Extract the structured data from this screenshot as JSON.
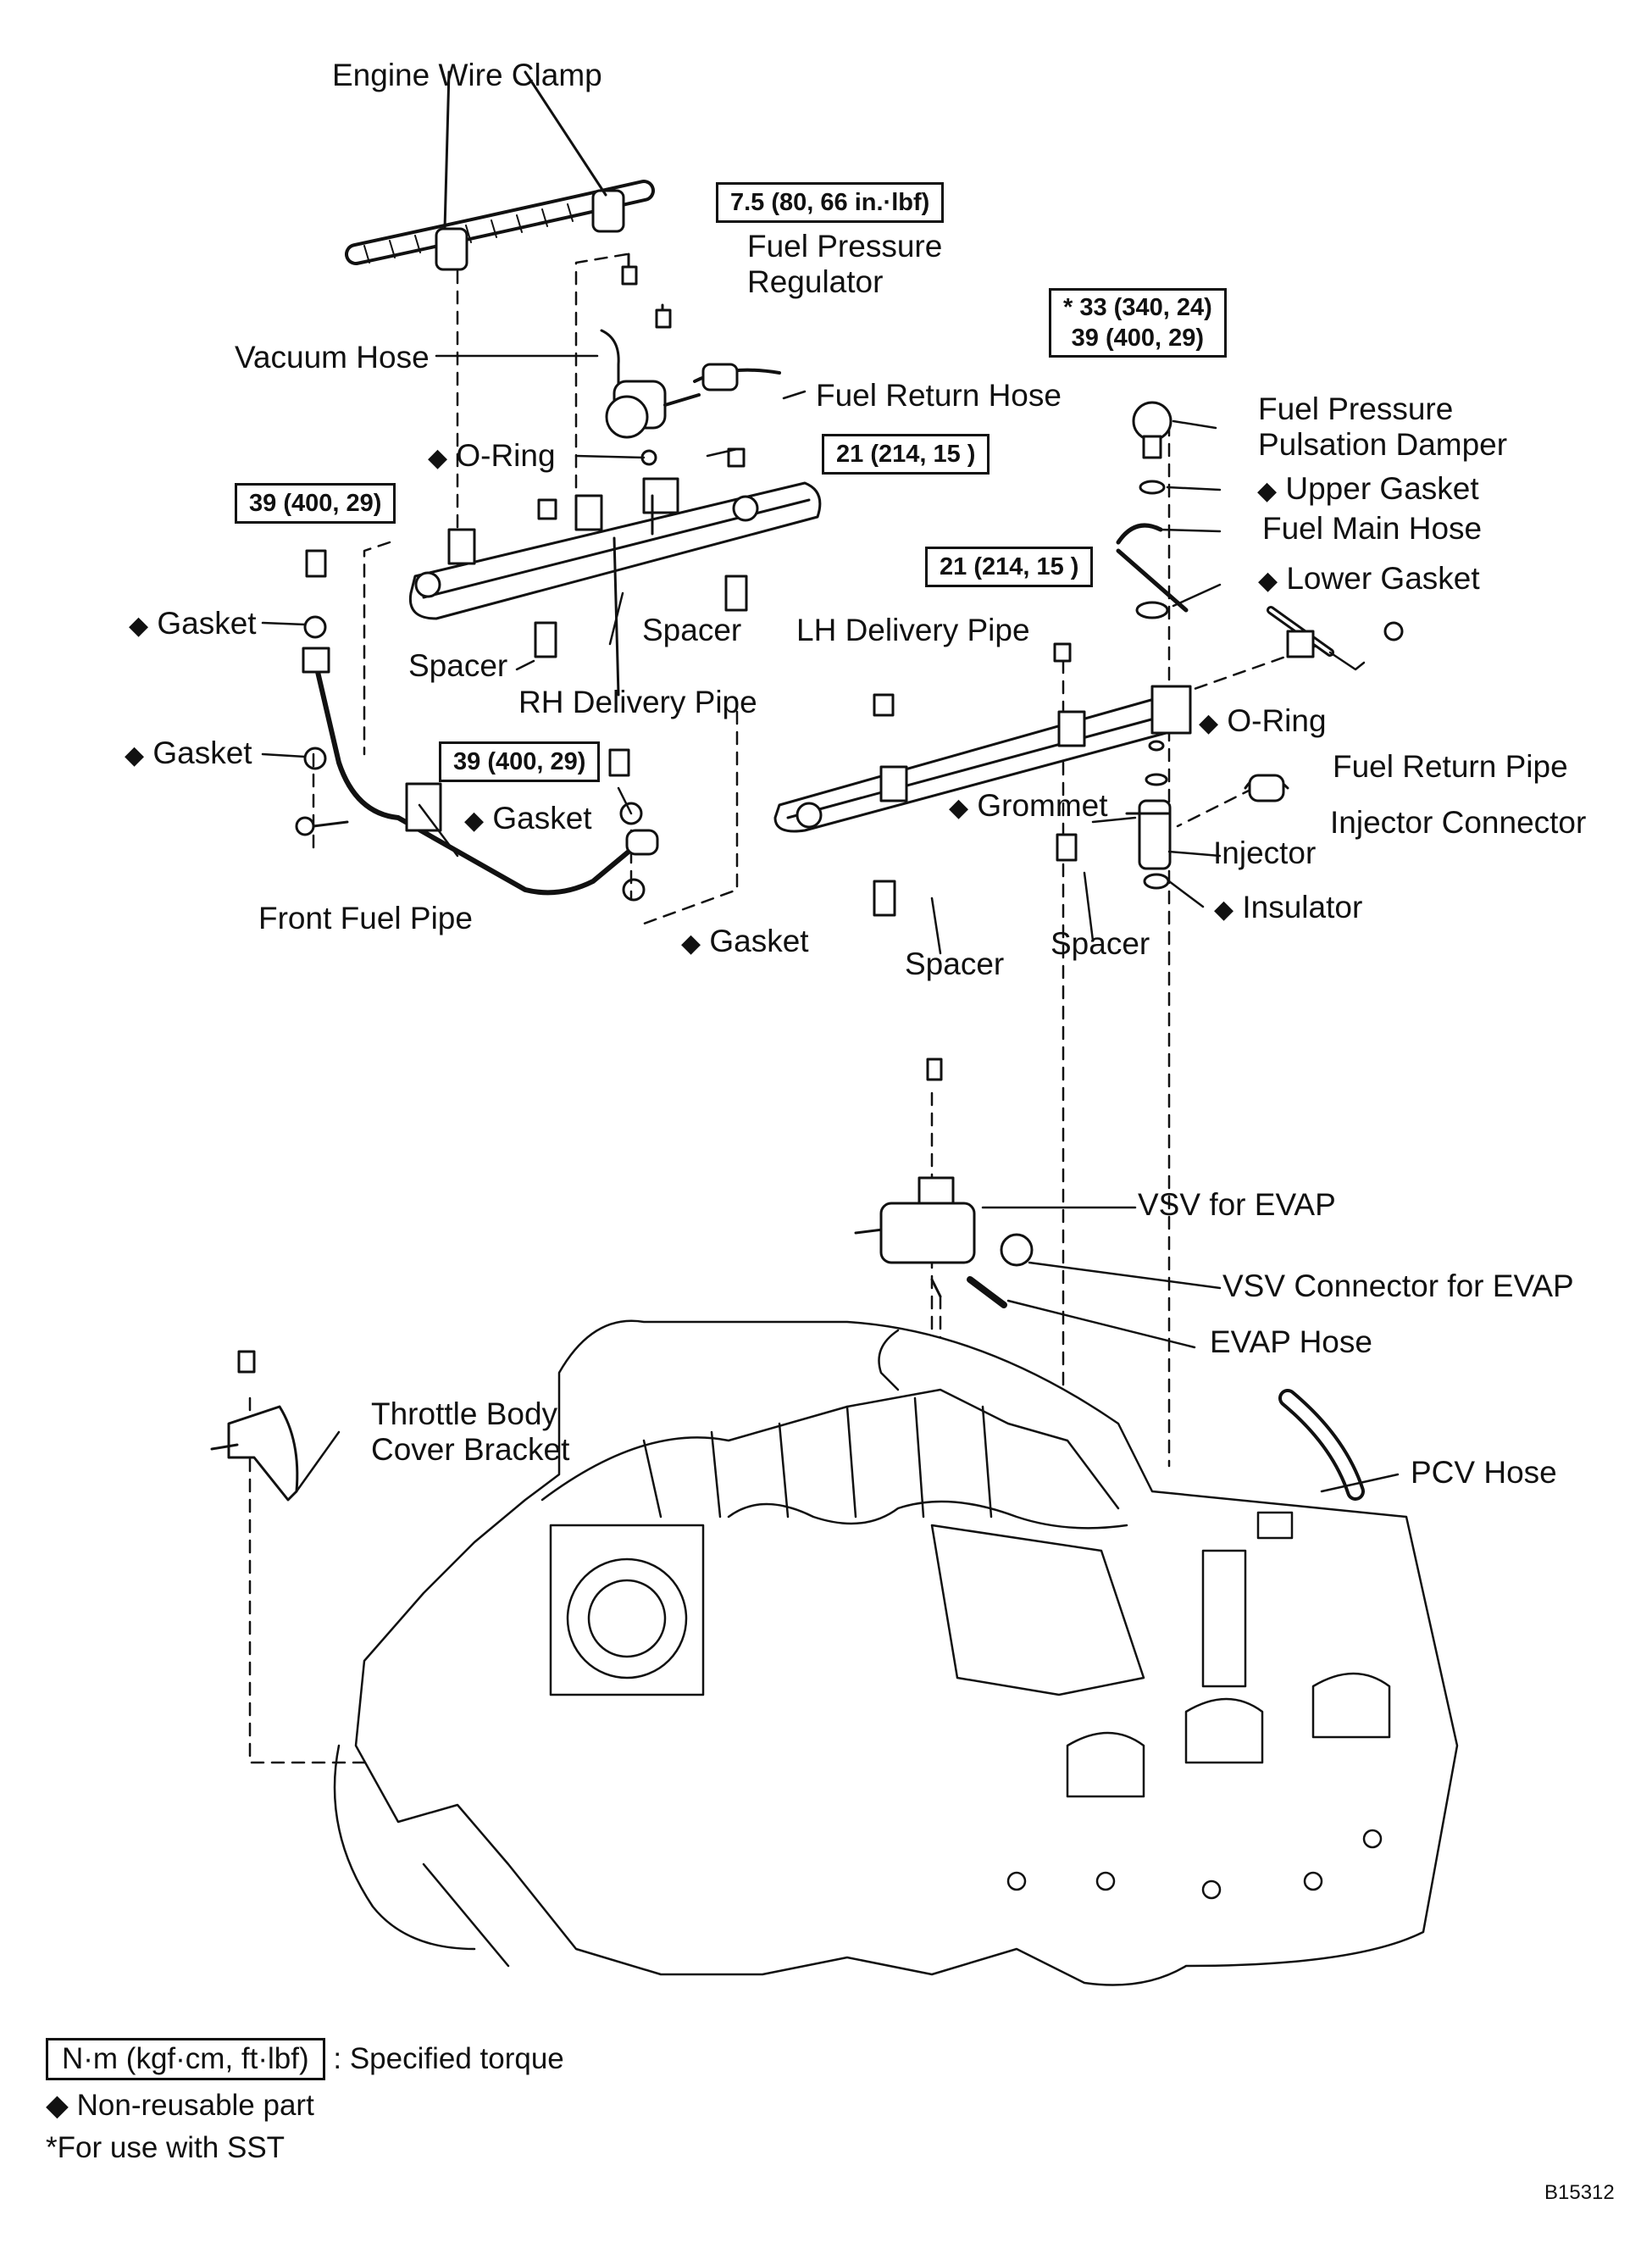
{
  "labels": {
    "engine_wire_clamp": "Engine Wire Clamp",
    "fuel_pressure_regulator_1": "Fuel Pressure",
    "fuel_pressure_regulator_2": "Regulator",
    "vacuum_hose": "Vacuum Hose",
    "fuel_return_hose": "Fuel Return Hose",
    "fuel_pressure_pulsation_damper_1": "Fuel Pressure",
    "fuel_pressure_pulsation_damper_2": "Pulsation Damper",
    "o_ring_top": "O-Ring",
    "upper_gasket": "Upper Gasket",
    "fuel_main_hose": "Fuel Main Hose",
    "lower_gasket": "Lower Gasket",
    "gasket_1": "Gasket",
    "spacer_rh_left": "Spacer",
    "spacer_rh_right": "Spacer",
    "lh_delivery_pipe": "LH Delivery Pipe",
    "rh_delivery_pipe": "RH Delivery Pipe",
    "gasket_2": "Gasket",
    "o_ring_right": "O-Ring",
    "fuel_return_pipe": "Fuel Return Pipe",
    "grommet": "Grommet",
    "injector_connector": "Injector Connector",
    "gasket_3": "Gasket",
    "injector": "Injector",
    "insulator": "Insulator",
    "front_fuel_pipe": "Front Fuel Pipe",
    "gasket_4": "Gasket",
    "spacer_lh_left": "Spacer",
    "spacer_lh_right": "Spacer",
    "vsv_for_evap": "VSV for EVAP",
    "vsv_connector_for_evap": "VSV Connector for EVAP",
    "evap_hose": "EVAP Hose",
    "throttle_body_cover_bracket_1": "Throttle Body",
    "throttle_body_cover_bracket_2": "Cover Bracket",
    "pcv_hose": "PCV Hose"
  },
  "torque": {
    "regulator_bolt": "7.5 (80, 66 in.·lbf)",
    "damper_line1": "* 33 (340, 24)",
    "damper_line2": "39 (400, 29)",
    "rh_pipe_bolt": "21 (214, 15 )",
    "front_pipe_bolt_left": "39 (400, 29)",
    "lh_pipe_bolt": "21 (214, 15 )",
    "front_pipe_bolt_mid": "39 (400, 29)"
  },
  "legend": {
    "unit": "N·m (kgf·cm, ft·lbf)",
    "unit_desc": ": Specified torque",
    "non_reusable": "Non-reusable part",
    "sst": "For use with SST"
  },
  "symbols": {
    "non_reusable_mark": "◆",
    "sst_mark": "*"
  },
  "figure_code": "B15312"
}
